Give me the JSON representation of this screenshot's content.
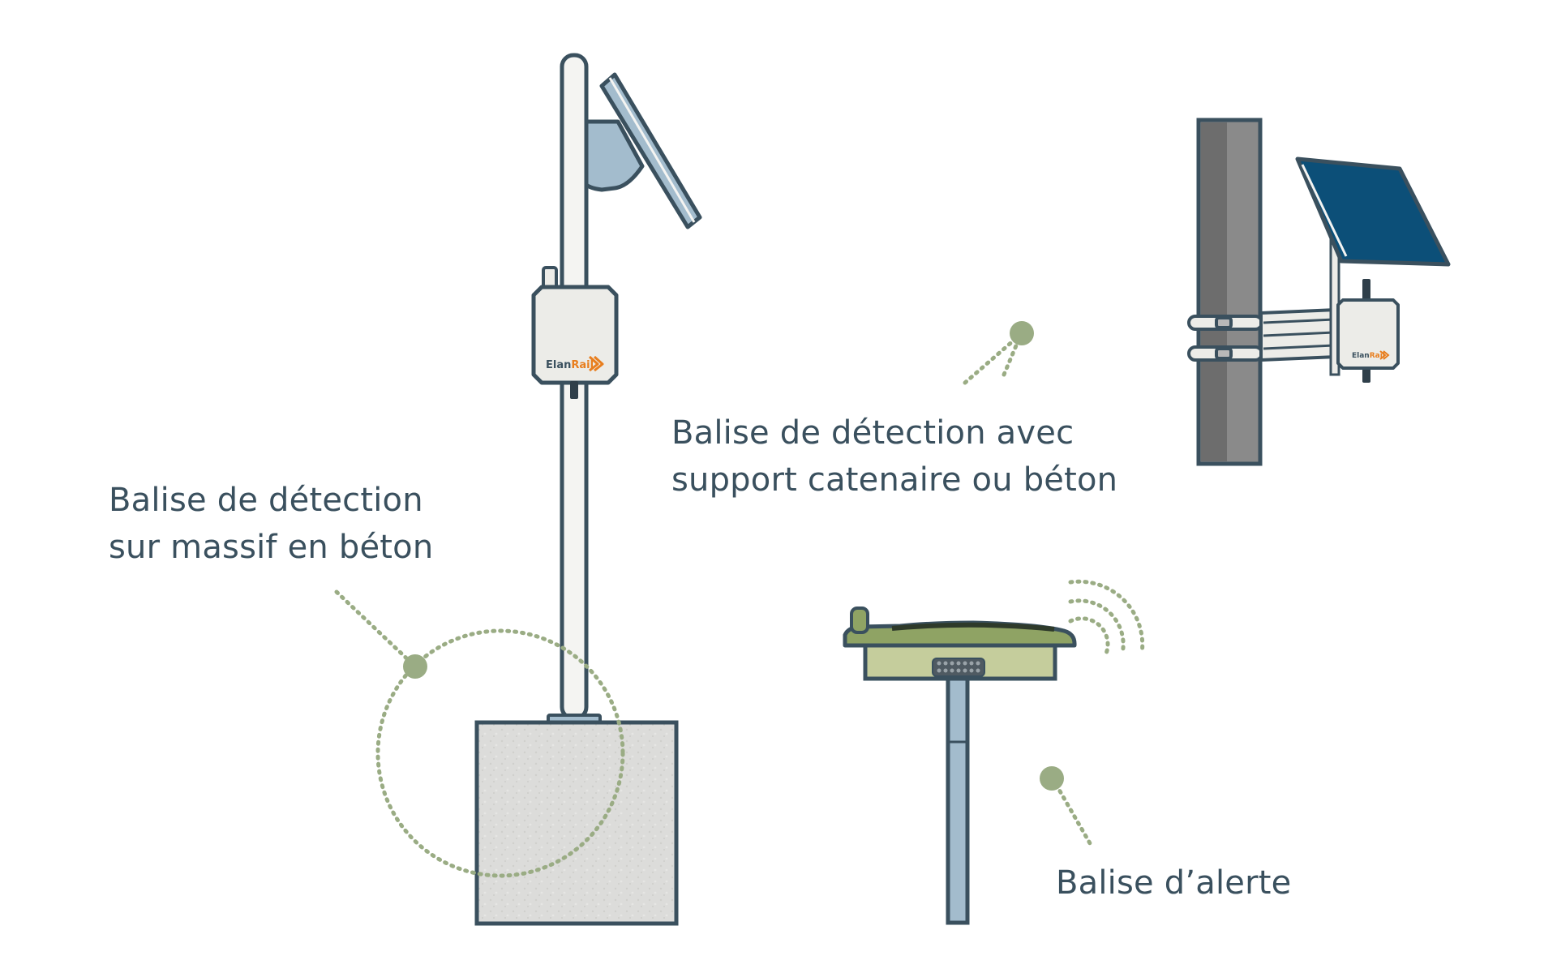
{
  "labels": {
    "massif": {
      "line1": "Balise de détection",
      "line2": "sur massif en béton"
    },
    "catenaire": {
      "line1": "Balise de détection avec",
      "line2": "support catenaire ou béton"
    },
    "alerte": {
      "line1": "Balise d’alerte"
    }
  },
  "logo": {
    "part1": "Elan",
    "part2": "Rail"
  },
  "colors": {
    "outline": "#3a505e",
    "pole": "#f4f4f2",
    "box": "#ecece8",
    "brand_orange": "#e87e1e",
    "marker_green": "#9aac84",
    "panel_light_blue": "#a3bccd",
    "panel_dark_blue": "#0c4f78",
    "catenary_dark": "#6d6d6d",
    "catenary_light": "#8a8a8a",
    "concrete": "#dcdcda",
    "beacon_green": "#8fa364",
    "beacon_light": "#c5cd9c",
    "beacon_pole": "#a3bccd"
  },
  "icons": [
    "solar-panel-icon",
    "wireless-signal-icon"
  ]
}
